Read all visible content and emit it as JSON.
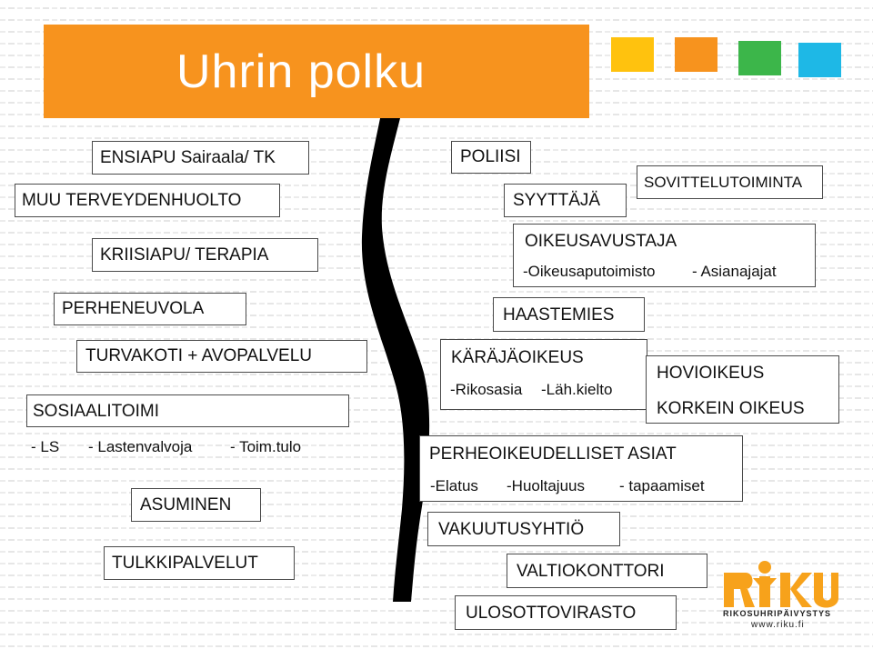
{
  "slide": {
    "title": "Uhrin polku",
    "colors": {
      "title_bar": "#F7931E",
      "squares": [
        "#FFC20E",
        "#F7931E",
        "#3CB64A",
        "#1EB8E6"
      ],
      "logo_orange": "#F7A21B"
    }
  },
  "left": {
    "ensiapu": "ENSIAPU Sairaala/ TK",
    "muu_terveydenhuolto": "MUU TERVEYDENHUOLTO",
    "kriisiapu": "KRIISIAPU/ TERAPIA",
    "perheneuvola": "PERHENEUVOLA",
    "turvakoti": "TURVAKOTI + AVOPALVELU",
    "sosiaalitoimi": "SOSIAALITOIMI",
    "sosiaalitoimi_items": [
      "- LS",
      "- Lastenvalvoja",
      "- Toim.tulo"
    ],
    "asuminen": "ASUMINEN",
    "tulkkipalvelut": "TULKKIPALVELUT"
  },
  "right": {
    "poliisi": "POLIISI",
    "syyttaja": "SYYTTÄJÄ",
    "sovittelutoiminta": "SOVITTELUTOIMINTA",
    "oikeusavustaja": "OIKEUSAVUSTAJA",
    "oikeusavustaja_items": [
      "-Oikeusaputoimisto",
      "- Asianajajat"
    ],
    "haastemies": "HAASTEMIES",
    "karajaoikeus": "KÄRÄJÄOIKEUS",
    "karajaoikeus_items": [
      "-Rikosasia",
      "-Läh.kielto"
    ],
    "hovioikeus": "HOVIOIKEUS",
    "korkein_oikeus": "KORKEIN OIKEUS",
    "perheoikeudelliset": "PERHEOIKEUDELLISET ASIAT",
    "perheoikeudelliset_items": [
      "-Elatus",
      "-Huoltajuus",
      "- tapaamiset"
    ],
    "vakuutusyhtio": "VAKUUTUSYHTIÖ",
    "valtiokonttori": "VALTIOKONTTORI",
    "ulosottovirasto": "ULOSOTTOVIRASTO"
  },
  "logo": {
    "name": "RIKU",
    "subtitle": "RIKOSUHRIPÄIVYSTYS",
    "url": "www.riku.fi"
  }
}
